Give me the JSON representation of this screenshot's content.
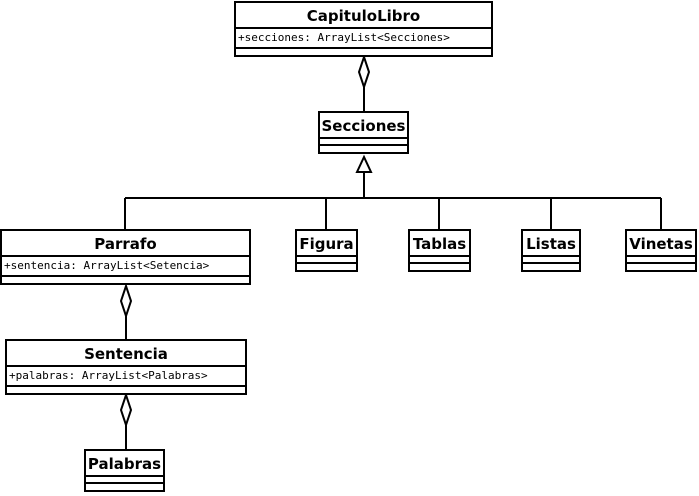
{
  "classes": {
    "capitulo_libro": {
      "name": "CapituloLibro",
      "attributes": [
        "+secciones: ArrayList<Secciones>"
      ]
    },
    "secciones": {
      "name": "Secciones",
      "attributes": []
    },
    "parrafo": {
      "name": "Parrafo",
      "attributes": [
        "+sentencia: ArrayList<Setencia>"
      ]
    },
    "figura": {
      "name": "Figura",
      "attributes": []
    },
    "tablas": {
      "name": "Tablas",
      "attributes": []
    },
    "listas": {
      "name": "Listas",
      "attributes": []
    },
    "vinetas": {
      "name": "Vinetas",
      "attributes": []
    },
    "sentencia": {
      "name": "Sentencia",
      "attributes": [
        "+palabras: ArrayList<Palabras>"
      ]
    },
    "palabras": {
      "name": "Palabras",
      "attributes": []
    }
  },
  "relationships": [
    {
      "type": "aggregation",
      "whole": "CapituloLibro",
      "part": "Secciones"
    },
    {
      "type": "generalization",
      "parent": "Secciones",
      "children": [
        "Parrafo",
        "Figura",
        "Tablas",
        "Listas",
        "Vinetas"
      ]
    },
    {
      "type": "aggregation",
      "whole": "Parrafo",
      "part": "Sentencia"
    },
    {
      "type": "aggregation",
      "whole": "Sentencia",
      "part": "Palabras"
    }
  ]
}
